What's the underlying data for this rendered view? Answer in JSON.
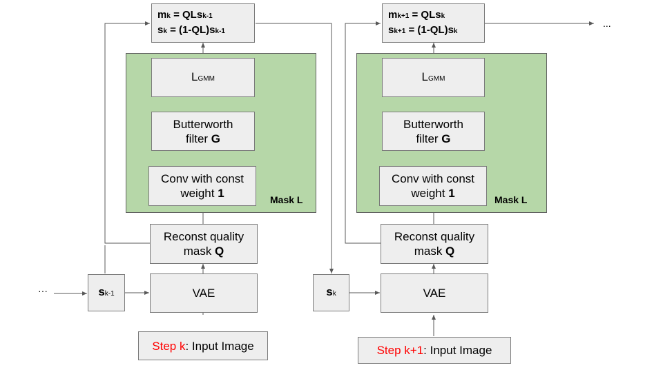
{
  "stages": [
    {
      "eq_m": {
        "lhs_main": "m",
        "lhs_sub": "k",
        "mid": " = QLs",
        "sub": "k-1"
      },
      "eq_s": {
        "lhs_main": "s",
        "lhs_sub": "k",
        "mid": " =  (1-QL)s",
        "sub": "k-1"
      },
      "loss": {
        "main": "L",
        "sub": "GMM"
      },
      "butter": {
        "line1": "Butterworth",
        "line2a": "filter ",
        "line2b": "G"
      },
      "conv": {
        "line1": "Conv with const",
        "line2a": "weight ",
        "line2b": "1"
      },
      "mask_label": "Mask L",
      "reconst": {
        "line1": "Reconst quality",
        "line2a": "mask ",
        "line2b": "Q"
      },
      "vae": "VAE",
      "state": {
        "main": "s",
        "sub": "k-1"
      },
      "input": {
        "step": "Step k",
        "rest": ": Input Image"
      }
    },
    {
      "eq_m": {
        "lhs_main": "m",
        "lhs_sub": "k+1",
        "mid": " = QLs",
        "sub": "k"
      },
      "eq_s": {
        "lhs_main": "s",
        "lhs_sub": "k+1",
        "mid": " =  (1-QL)s",
        "sub": "k"
      },
      "loss": {
        "main": "L",
        "sub": "GMM"
      },
      "butter": {
        "line1": "Butterworth",
        "line2a": "filter ",
        "line2b": "G"
      },
      "conv": {
        "line1": "Conv with const",
        "line2a": "weight ",
        "line2b": "1"
      },
      "mask_label": "Mask L",
      "reconst": {
        "line1": "Reconst quality",
        "line2a": "mask ",
        "line2b": "Q"
      },
      "vae": "VAE",
      "state": {
        "main": "s",
        "sub": "k"
      },
      "input": {
        "step": "Step k+1",
        "rest": ": Input Image"
      }
    }
  ],
  "ellipsis_left": "···",
  "ellipsis_right": "..."
}
